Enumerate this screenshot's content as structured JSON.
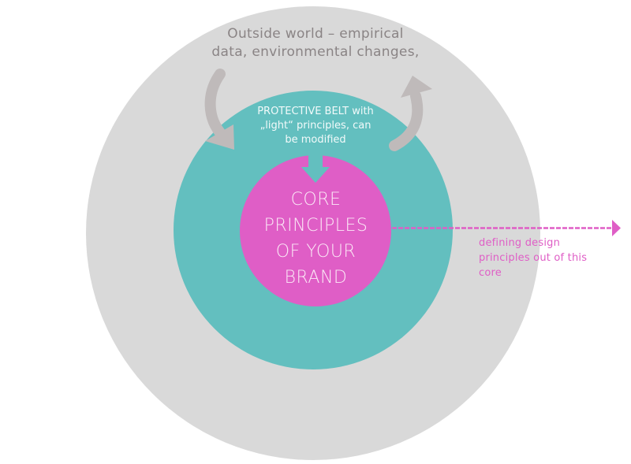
{
  "diagram": {
    "title": "Core principles of your brand - concentric circles",
    "colors": {
      "background": "#ffffff",
      "outer_circle": "#d9d9d9",
      "protective_belt": "#63bfbf",
      "core": "#df5ec6",
      "arrows_gray": "#bfbaba",
      "outer_text": "#8a8485",
      "belt_text": "#f2fafa",
      "core_text": "#fbe9f6",
      "accent_pink": "#df5ec6"
    },
    "outer_circle": {
      "label_line1": "Outside world – empirical",
      "label_line2": "data, environmental changes,"
    },
    "protective_belt": {
      "label_line1": "PROTECTIVE BELT with",
      "label_line2": "„light“ principles, can",
      "label_line3": "be modified"
    },
    "core": {
      "label_line1": "CORE",
      "label_line2": "PRINCIPLES",
      "label_line3": "OF YOUR",
      "label_line4": "BRAND"
    },
    "arrows": [
      {
        "name": "inward-arrow",
        "direction": "curved down into protective belt"
      },
      {
        "name": "outward-arrow",
        "direction": "curved up out to outside world"
      },
      {
        "name": "belt-to-core-arrow",
        "direction": "down into core"
      },
      {
        "name": "dashed-output-arrow",
        "direction": "right, dashed"
      }
    ],
    "side_note": {
      "label_line1": "defining design",
      "label_line2": "principles out of this",
      "label_line3": "core"
    }
  }
}
